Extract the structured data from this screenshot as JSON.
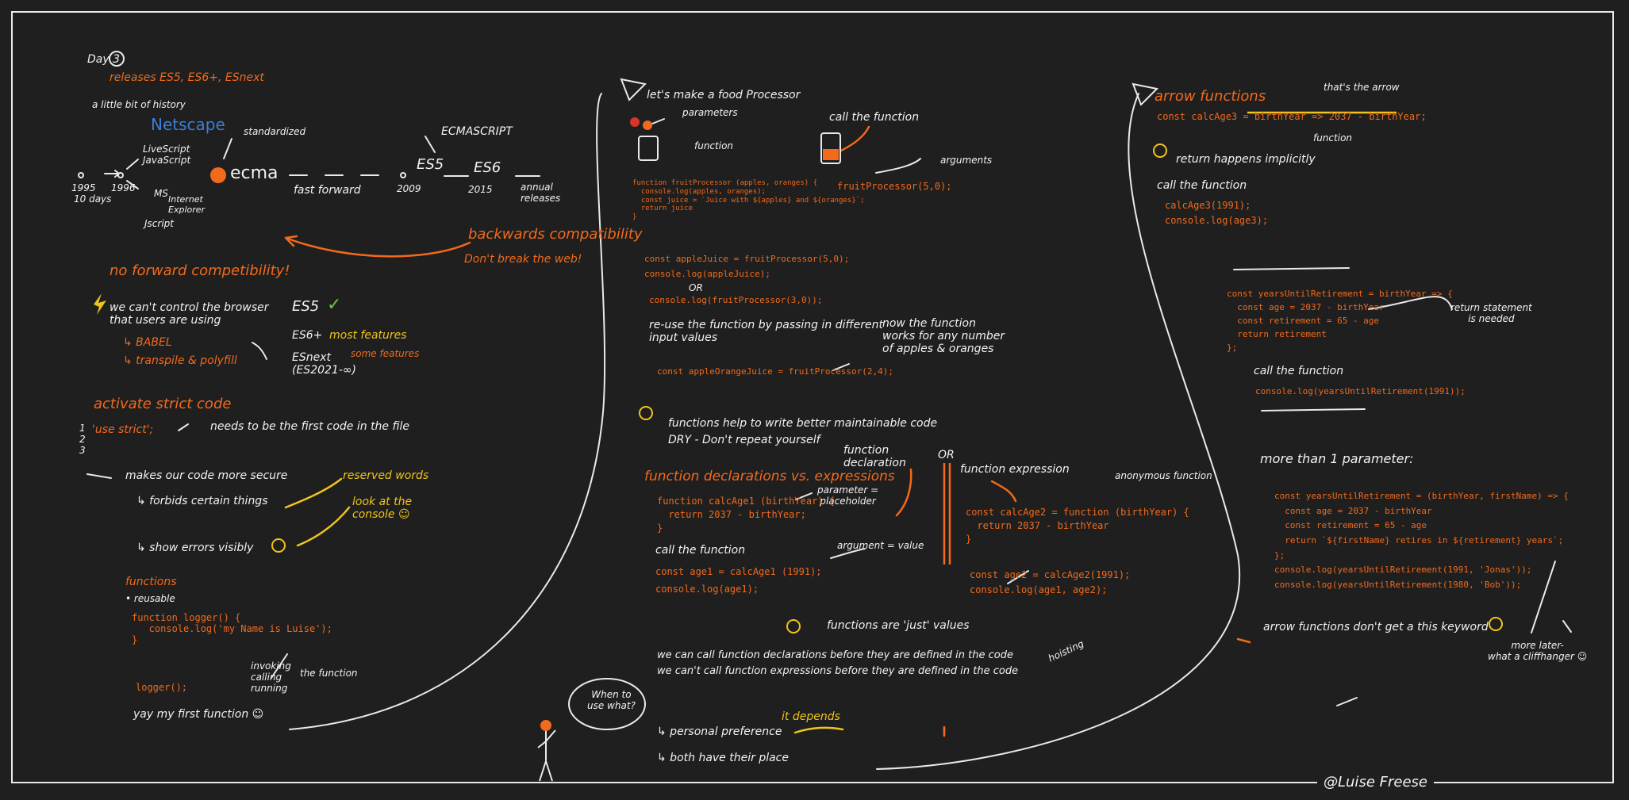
{
  "day_title": "Day 3",
  "colors": {
    "background": "#1f1f1f",
    "text": "#f2f2f2",
    "orange": "#f26a1b",
    "yellow": "#f0c419",
    "green": "#6cc24a"
  },
  "history": {
    "releases": "releases ES5, ES6+, ESnext",
    "intro": "a little bit of history",
    "netscape": "Netscape",
    "standardized": "standardized",
    "ecmascript": "ECMASCRIPT",
    "year_1995": "1995",
    "year_1995_sub": "10 days",
    "year_1996": "1996",
    "livescript": "LiveScript\nJavaScript",
    "ms": "MS",
    "internet_explorer": "Internet\nExplorer",
    "jscript": "Jscript",
    "ecma": "ecma",
    "fast_forward": "fast forward",
    "year_2009": "2009",
    "es5": "ES5",
    "es6": "ES6",
    "year_2015": "2015",
    "annual": "annual\nreleases",
    "backwards": "backwards compatibility",
    "dont_break": "Don't break the web!"
  },
  "forward": {
    "title": "no forward competibility!",
    "control": "we can't control the browser\nthat users are using",
    "babel": "↳ BABEL",
    "transpile": "↳ transpile & polyfill",
    "es5": "ES5",
    "check": "✓",
    "es6": "ES6+",
    "most": "most features",
    "esnext": "ESnext\n(ES2021-∞)",
    "some": "some features"
  },
  "strict": {
    "title": "activate strict code",
    "line_numbers": "1\n2\n3",
    "use_strict": "'use strict';",
    "first_code": "needs to be the first code in the file",
    "secure": "makes our code more secure",
    "forbids": "↳ forbids certain things",
    "reserved": "reserved words",
    "errors": "↳ show errors visibly",
    "console": "look at the\nconsole ☺"
  },
  "functions_intro": {
    "title": "functions",
    "reusable": "• reusable",
    "code": "function logger() {\n   console.log('my Name is Luise');\n}",
    "call": "logger();",
    "invoking": "invoking\ncalling\nrunning",
    "the_function": "the function",
    "first": "yay my first function ☺"
  },
  "processor": {
    "title": "let's make a food Processor",
    "parameters": "parameters",
    "function": "function",
    "call": "call the function",
    "arguments": "arguments",
    "call_code": "fruitProcessor(5,0);",
    "fn_code": "function fruitProcessor (apples, oranges) {\n  console.log(apples, oranges);\n  const juice = `Juice with ${apples} and ${oranges}`;\n  return juice\n}",
    "apple_juice": "const appleJuice = fruitProcessor(5,0);\nconsole.log(appleJuice);",
    "or": "OR",
    "console_call": "console.log(fruitProcessor(3,0));",
    "reuse": "re-use the function by passing in different\ninput values",
    "any_number": "now the function\nworks for any number\nof apples & oranges",
    "apple_orange": "const appleOrangeJuice = fruitProcessor(2,4);"
  },
  "maintain": {
    "help": "functions help to write better maintainable code",
    "dry": "DRY - Don't repeat yourself"
  },
  "declarations": {
    "title": "function declarations vs. expressions",
    "function_declaration": "function\ndeclaration",
    "or": "OR",
    "function_expression": "function expression",
    "anonymous": "anonymous function",
    "parameter": "parameter =\nplaceholder",
    "decl_code": "function calcAge1 (birthYear) {\n  return 2037 - birthYear;\n}",
    "call": "call the function",
    "argument": "argument = value",
    "decl_call": "const age1 = calcAge1 (1991);\nconsole.log(age1);",
    "expr_code": "const calcAge2 = function (birthYear) {\n  return 2037 - birthYear\n}",
    "expr_call": "const age2 = calcAge2(1991);\nconsole.log(age1, age2);",
    "values": "functions are 'just' values",
    "before": "we can call function declarations before they are defined in the code\nwe can't call function expressions before they are defined in the code",
    "hoisting": "hoisting",
    "when": "When to\nuse what?",
    "personal": "↳ personal preference",
    "depends": "it depends",
    "both": "↳ both have their place"
  },
  "arrow": {
    "title": "arrow functions",
    "thats_arrow": "that's the arrow",
    "code": "const calcAge3 = birthYear => 2037 - birthYear;",
    "function": "function",
    "implicit": "return happens implicitly",
    "call": "call the function",
    "call_code": "calcAge3(1991);\nconsole.log(age3);",
    "retire_code": "const yearsUntilRetirement = birthYear => {\n  const age = 2037 - birthYear\n  const retirement = 65 - age\n  return retirement\n};",
    "return_needed": "return statement\nis needed",
    "call2": "call the function",
    "call2_code": "console.log(yearsUntilRetirement(1991));",
    "more_params": "more than 1 parameter:",
    "multi_code": "const yearsUntilRetirement = (birthYear, firstName) => {\n  const age = 2037 - birthYear\n  const retirement = 65 - age\n  return `${firstName} retires in ${retirement} years`;\n};\nconsole.log(yearsUntilRetirement(1991, 'Jonas'));\nconsole.log(yearsUntilRetirement(1980, 'Bob'));",
    "this_keyword": "arrow functions don't get a this keyword",
    "more_later": "more later-\nwhat a cliffhanger ☺"
  },
  "credit": "@Luise Freese"
}
